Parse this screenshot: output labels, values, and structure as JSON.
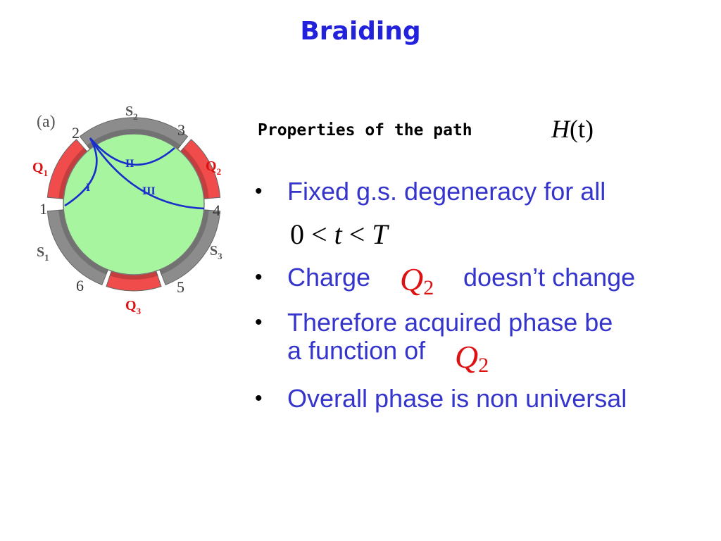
{
  "title": "Braiding",
  "subtitle": "Properties of the path",
  "path_symbol": {
    "name": "H",
    "arg": "(t)"
  },
  "figure": {
    "panel_label": "(a)",
    "segments": {
      "S1": "S",
      "S1_sub": "1",
      "S2": "S",
      "S2_sub": "2",
      "S3": "S",
      "S3_sub": "3",
      "Q1": "Q",
      "Q1_sub": "1",
      "Q2": "Q",
      "Q2_sub": "2",
      "Q3": "Q",
      "Q3_sub": "3"
    },
    "points": [
      "1",
      "2",
      "3",
      "4",
      "5",
      "6"
    ],
    "paths": [
      "I",
      "II",
      "III"
    ],
    "colors": {
      "disk": "#a8f5a0",
      "s_segment": "#8c8c8c",
      "q_segment": "#f04c4c",
      "path_line": "#1a2ecc",
      "q_label": "#dd1111"
    }
  },
  "bullets": [
    {
      "text": "Fixed g.s. degeneracy for all"
    },
    {
      "text": "Charge"
    },
    {
      "text": "doesn’t change"
    },
    {
      "text": "Therefore acquired phase be"
    },
    {
      "text": "a function of"
    },
    {
      "text": "Overall phase is non universal"
    }
  ],
  "math": {
    "zero": "0",
    "lt1": "<",
    "t": "t",
    "lt2": "<",
    "T": "T",
    "Q": "Q",
    "Q_sub": "2"
  },
  "bullet_glyph": "•"
}
